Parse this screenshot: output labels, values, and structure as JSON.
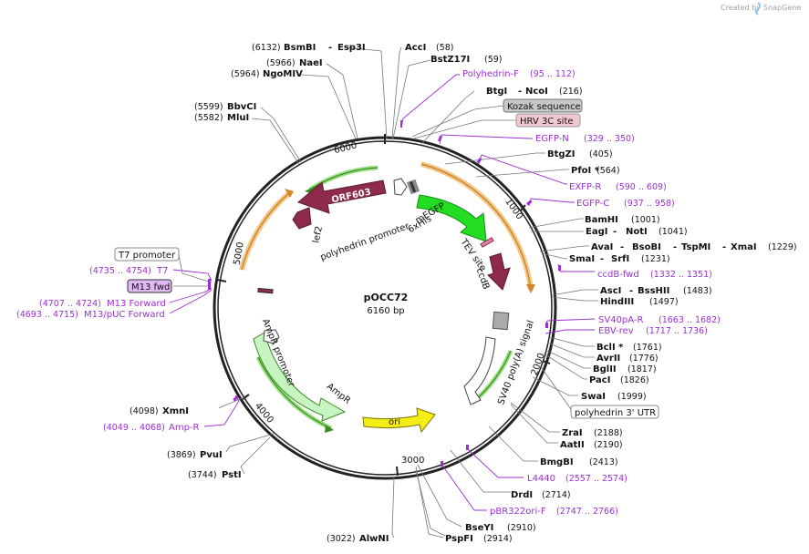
{
  "brand": {
    "created_by": "Created by",
    "app": "SnapGene"
  },
  "plasmid": {
    "name": "pOCC72",
    "length": "6160 bp"
  },
  "ticks": [
    "1000",
    "2000",
    "3000",
    "4000",
    "5000",
    "6000"
  ],
  "features": {
    "orf603": "ORF603",
    "lef2": "lef2",
    "polyhedrin_promoter": "polyhedrin promoter",
    "megfp": "mEGFP",
    "his": "6xHis",
    "tev": "TEV site",
    "ccdb": "ccdB",
    "sv40": "SV40 poly(A) signal",
    "ori": "ori",
    "ampr": "AmpR",
    "ampr_promoter": "AmpR promoter"
  },
  "enzymes": [
    {
      "pos": "(6132)",
      "name": "BsmBI",
      "sep": "-",
      "name2": "Esp3I"
    },
    {
      "name": "AccI",
      "pos": "(58)"
    },
    {
      "name": "BstZ17I",
      "pos": "(59)"
    },
    {
      "pos": "(5966)",
      "name": "NaeI"
    },
    {
      "pos": "(5964)",
      "name": "NgoMIV"
    },
    {
      "name": "BtgI",
      "sep": "-",
      "name2": "NcoI",
      "pos": "(216)"
    },
    {
      "pos": "(5599)",
      "name": "BbvCI"
    },
    {
      "pos": "(5582)",
      "name": "MluI"
    },
    {
      "name": "BtgZI",
      "pos": "(405)"
    },
    {
      "name": "PfoI *",
      "pos": "(564)"
    },
    {
      "name": "BamHI",
      "pos": "(1001)"
    },
    {
      "name": "EagI",
      "sep": "-",
      "name2": "NotI",
      "pos": "(1041)"
    },
    {
      "name": "AvaI",
      "sep": "-",
      "name2": "BsoBI",
      "sep2": "-",
      "name3": "TspMI",
      "sep3": "-",
      "name4": "XmaI",
      "pos": "(1229)"
    },
    {
      "name": "SmaI",
      "sep": "-",
      "name2": "SrfI",
      "pos": "(1231)"
    },
    {
      "name": "AscI",
      "sep": "-",
      "name2": "BssHII",
      "pos": "(1483)"
    },
    {
      "name": "HindIII",
      "pos": "(1497)"
    },
    {
      "name": "BclI *",
      "pos": "(1761)"
    },
    {
      "name": "AvrII",
      "pos": "(1776)"
    },
    {
      "name": "BglII",
      "pos": "(1817)"
    },
    {
      "name": "PacI",
      "pos": "(1826)"
    },
    {
      "name": "SwaI",
      "pos": "(1999)"
    },
    {
      "name": "ZraI",
      "pos": "(2188)"
    },
    {
      "name": "AatII",
      "pos": "(2190)"
    },
    {
      "name": "BmgBI",
      "pos": "(2413)"
    },
    {
      "name": "DrdI",
      "pos": "(2714)"
    },
    {
      "name": "BseYI",
      "pos": "(2910)"
    },
    {
      "name": "PspFI",
      "pos": "(2914)"
    },
    {
      "pos": "(3022)",
      "name": "AlwNI"
    },
    {
      "pos": "(3744)",
      "name": "PstI"
    },
    {
      "pos": "(3869)",
      "name": "PvuI"
    },
    {
      "pos": "(4098)",
      "name": "XmnI"
    }
  ],
  "primers": [
    {
      "name": "Polyhedrin-F",
      "range": "(95 .. 112)"
    },
    {
      "name": "EGFP-N",
      "range": "(329 .. 350)"
    },
    {
      "name": "EXFP-R",
      "range": "(590 .. 609)"
    },
    {
      "name": "EGFP-C",
      "range": "(937 .. 958)"
    },
    {
      "name": "ccdB-fwd",
      "range": "(1332 .. 1351)"
    },
    {
      "name": "SV40pA-R",
      "range": "(1663 .. 1682)"
    },
    {
      "name": "EBV-rev",
      "range": "(1717 .. 1736)"
    },
    {
      "name": "L4440",
      "range": "(2557 .. 2574)"
    },
    {
      "name": "pBR322ori-F",
      "range": "(2747 .. 2766)"
    },
    {
      "name": "Amp-R",
      "range": "(4049 .. 4068)"
    },
    {
      "name": "T7",
      "range": "(4735 .. 4754)"
    },
    {
      "name": "M13 Forward",
      "range": "(4707 .. 4724)"
    },
    {
      "name": "M13/pUC Forward",
      "range": "(4693 .. 4715)"
    }
  ],
  "boxes": {
    "kozak": "Kozak sequence",
    "hrv": "HRV 3C site",
    "t7_promoter": "T7 promoter",
    "m13_fwd": "M13 fwd",
    "polyhedrin_utr": "polyhedrin 3' UTR"
  },
  "colors": {
    "backbone": "#222222",
    "orange_feature": "#e9a33a",
    "green_feature": "#59a832",
    "orf603": "#8e2a4c",
    "megfp": "#22dd22",
    "ori": "#f5ee16",
    "ampr": "#c6f5c2",
    "primer": "#9b2fd4",
    "kozak_box": "#c7c7c7",
    "hrv_box": "#f1c8d0",
    "m13_box": "#e0b8f2"
  }
}
